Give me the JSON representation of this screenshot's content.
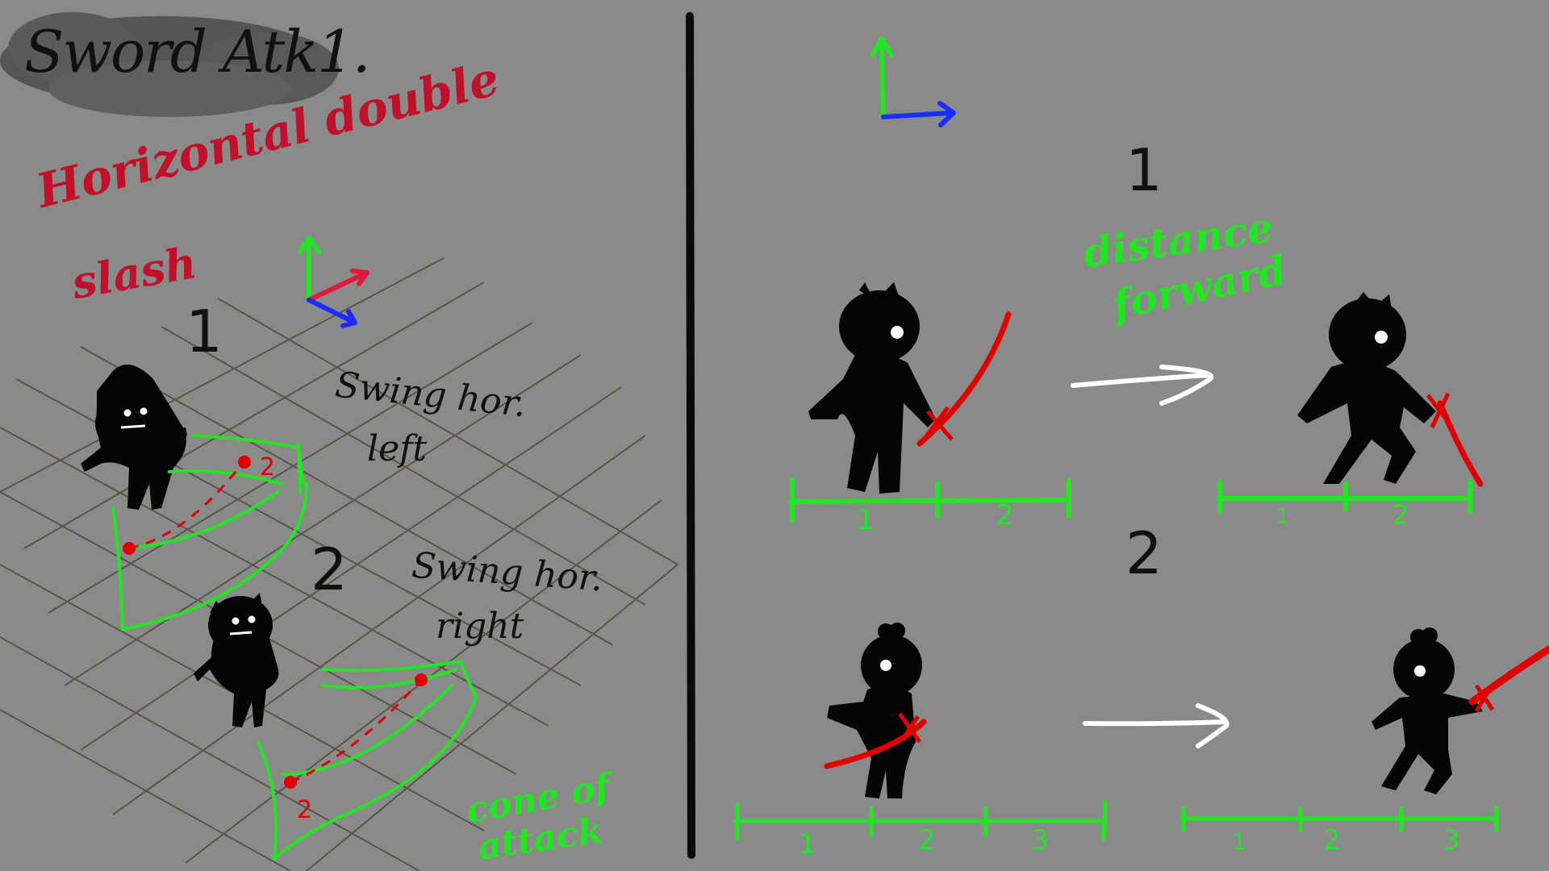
{
  "title": "Sword Atk1.",
  "subtitle_line1": "Horizontal double",
  "subtitle_line2": "slash",
  "left_panel": {
    "step1_number": "1",
    "step1_note_line1": "Swing hor.",
    "step1_note_line2": "left",
    "step2_number": "2",
    "step2_note_line1": "Swing hor.",
    "step2_note_line2": "right",
    "cone_label_line1": "cone of",
    "cone_label_line2": "attack",
    "cone_mark_1": "2",
    "cone_mark_2": "2"
  },
  "right_panel": {
    "step1_number": "1",
    "step1_note_line1": "distance",
    "step1_note_line2": "forward",
    "step2_number": "2",
    "ruler1_before_ticks": [
      "1",
      "2"
    ],
    "ruler1_after_ticks": [
      "1",
      "2"
    ],
    "ruler2_before_ticks": [
      "1",
      "2",
      "3"
    ],
    "ruler2_after_ticks": [
      "1",
      "2",
      "3"
    ]
  },
  "colors": {
    "background": "#8a8a8a",
    "red": "#e00000",
    "green": "#22e622",
    "blue": "#1a2cff",
    "title_red": "#c0102a"
  }
}
